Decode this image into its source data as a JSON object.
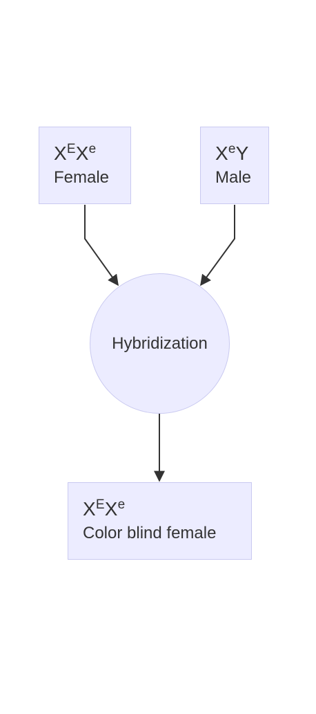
{
  "nodes": {
    "female": {
      "genotype": {
        "base1": "X",
        "sup1": "E",
        "base2": "X",
        "sup2": "e"
      },
      "label": "Female"
    },
    "male": {
      "genotype": {
        "base1": "X",
        "sup1": "e",
        "base2": "Y",
        "sup2": ""
      },
      "label": "Male"
    },
    "hybridization": {
      "label": "Hybridization"
    },
    "offspring": {
      "genotype": {
        "base1": "X",
        "sup1": "E",
        "base2": "X",
        "sup2": "e"
      },
      "label": "Color blind female"
    }
  },
  "colors": {
    "node_fill": "#ECECFF",
    "node_border": "#C9C9F0",
    "text": "#333333",
    "edge": "#333333"
  }
}
